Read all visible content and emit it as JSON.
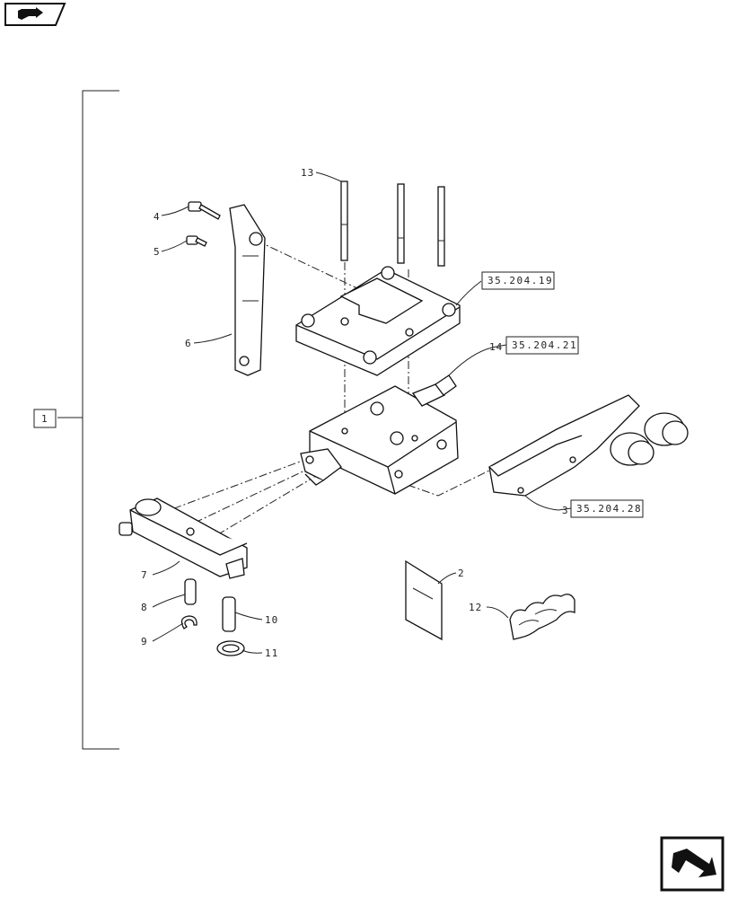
{
  "nav": {
    "top_icon": "back-arrow-icon",
    "bottom_icon": "next-arrow-icon"
  },
  "assembly_callout": "1",
  "callouts": {
    "c2": "2",
    "c3": "3",
    "c4": "4",
    "c5": "5",
    "c6": "6",
    "c7": "7",
    "c8": "8",
    "c9": "9",
    "c10": "10",
    "c11": "11",
    "c12": "12",
    "c13": "13",
    "c14": "14"
  },
  "references": {
    "ref_cover": "35.204.19",
    "ref_valve": "35.204.21",
    "ref_coupler": "35.204.28"
  }
}
